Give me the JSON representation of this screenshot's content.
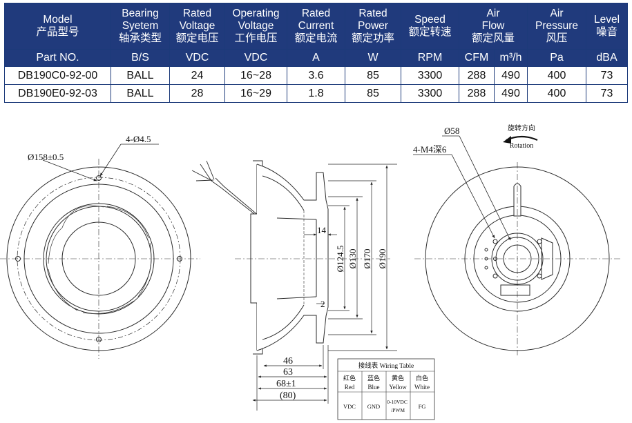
{
  "table": {
    "headers": [
      {
        "en": [
          "Model"
        ],
        "zh": "产品型号"
      },
      {
        "en": [
          "Bearing",
          "Syetem"
        ],
        "zh": "轴承类型"
      },
      {
        "en": [
          "Rated",
          "Voltage"
        ],
        "zh": "额定电压"
      },
      {
        "en": [
          "Operating",
          "Voltage"
        ],
        "zh": "工作电压"
      },
      {
        "en": [
          "Rated",
          "Current"
        ],
        "zh": "额定电流"
      },
      {
        "en": [
          "Rated",
          "Power"
        ],
        "zh": "额定功率"
      },
      {
        "en": [
          "Speed"
        ],
        "zh": "额定转速"
      },
      {
        "en": [
          "Air",
          "Flow"
        ],
        "zh": "额定风量"
      },
      {
        "en": [
          "Air",
          "Pressure"
        ],
        "zh": "风压"
      },
      {
        "en": [
          "Level"
        ],
        "zh": "噪音"
      }
    ],
    "units": [
      "Part NO.",
      "B/S",
      "VDC",
      "VDC",
      "A",
      "W",
      "RPM",
      "CFM",
      "m³/h",
      "Pa",
      "dBA"
    ],
    "rows": [
      [
        "DB190C0-92-00",
        "BALL",
        "24",
        "16~28",
        "3.6",
        "85",
        "3300",
        "288",
        "490",
        "400",
        "73"
      ],
      [
        "DB190E0-92-03",
        "BALL",
        "28",
        "16~29",
        "1.8",
        "85",
        "3300",
        "288",
        "490",
        "400",
        "73"
      ]
    ]
  },
  "drawing": {
    "front": {
      "dia_label": "Ø158±0.5",
      "holes_label": "4-Ø4.5"
    },
    "side": {
      "dims": [
        "14",
        "2",
        "Ø124.5",
        "Ø130",
        "Ø170",
        "Ø190",
        "46",
        "63",
        "68±1",
        "(80)"
      ]
    },
    "back": {
      "dia_label": "Ø58",
      "holes_label": "4-M4深6",
      "rotation_zh": "旋转方向",
      "rotation_en": "Rotation"
    },
    "wiring": {
      "title": "接线表 Wiring Table",
      "colors_zh": [
        "红色",
        "蓝色",
        "黄色",
        "白色"
      ],
      "colors_en": [
        "Red",
        "Blue",
        "Yellow",
        "White"
      ],
      "functions": [
        "VDC",
        "GND",
        "0-10VDC /PWM",
        "FG"
      ]
    }
  }
}
